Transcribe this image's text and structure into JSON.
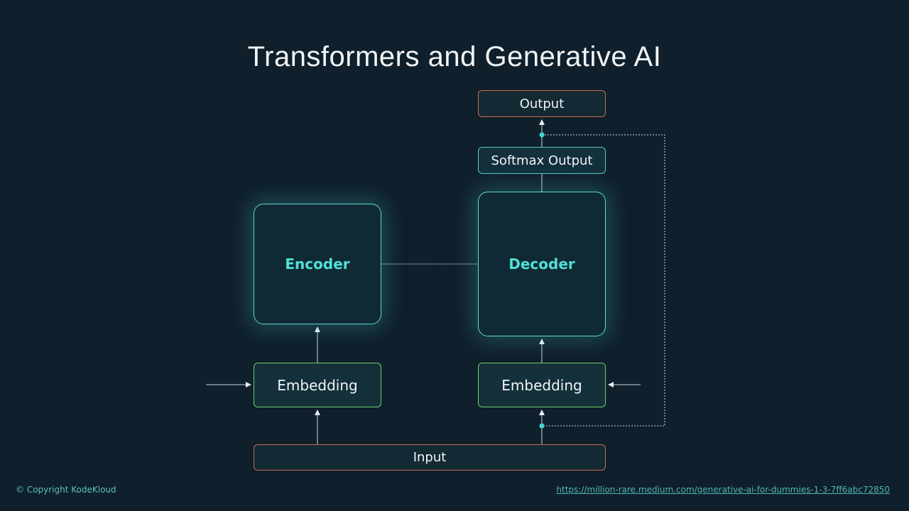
{
  "title": "Transformers and Generative AI",
  "nodes": {
    "output": "Output",
    "softmax": "Softmax Output",
    "encoder": "Encoder",
    "decoder": "Decoder",
    "embedding_left": "Embedding",
    "embedding_right": "Embedding",
    "input": "Input"
  },
  "footer": {
    "copyright": "© Copyright KodeKloud",
    "source_link": "https://million-rare.medium.com/generative-ai-for-dummies-1-3-7ff6abc72850"
  }
}
